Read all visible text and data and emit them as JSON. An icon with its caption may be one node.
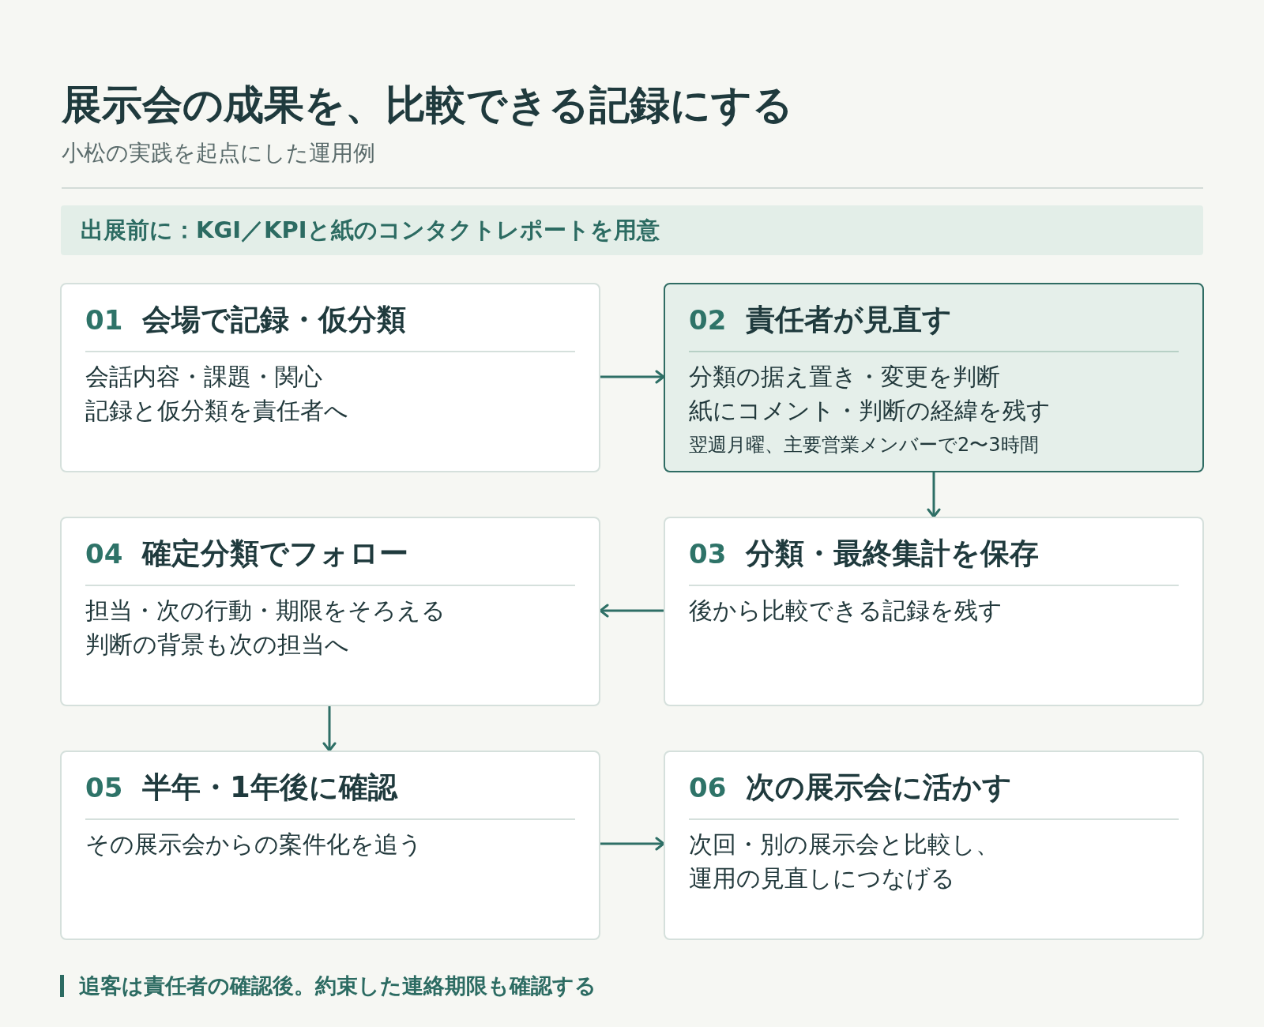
{
  "diagram": {
    "title": "展示会の成果を、比較できる記録にする",
    "nodes": [
      {
        "text": [
          "出展前に：KGI／KPIと紙のコンタクトレポートを用意"
        ]
      },
      {
        "text": [
          "01",
          "会場で記録・仮分類",
          "会話内容・課題・関心",
          "記録と仮分類を責任者へ"
        ]
      },
      {
        "text": [
          "02",
          "責任者が見直す",
          "分類の据え置き・変更を判断",
          "紙にコメント・判断の経緯を残す",
          "翌週月曜、主要営業メンバーで2〜3時間"
        ]
      },
      {
        "text": [
          "03",
          "分類・最終集計を保存",
          "後から比較できる記録を残す"
        ]
      },
      {
        "text": [
          "04",
          "確定分類でフォロー",
          "担当・次の行動・期限をそろえる",
          "判断の背景も次の担当へ"
        ]
      },
      {
        "text": [
          "05",
          "半年・1年後に確認",
          "その展示会からの案件化を追う"
        ]
      },
      {
        "text": [
          "06",
          "次の展示会に活かす",
          "次回・別の展示会と比較し、",
          "運用の見直しにつなげる"
        ]
      }
    ],
    "edges": [
      {
        "from": 1,
        "to": 2,
        "arrow": "to"
      },
      {
        "from": 2,
        "to": 3,
        "arrow": "to"
      },
      {
        "from": 3,
        "to": 4,
        "arrow": "to"
      },
      {
        "from": 4,
        "to": 5,
        "arrow": "to"
      },
      {
        "from": 5,
        "to": 6,
        "arrow": "to"
      }
    ],
    "labels": [
      "小松の実践を起点にした運用例",
      "追客は責任者の確認後。約束した連絡期限も確認する"
    ]
  }
}
